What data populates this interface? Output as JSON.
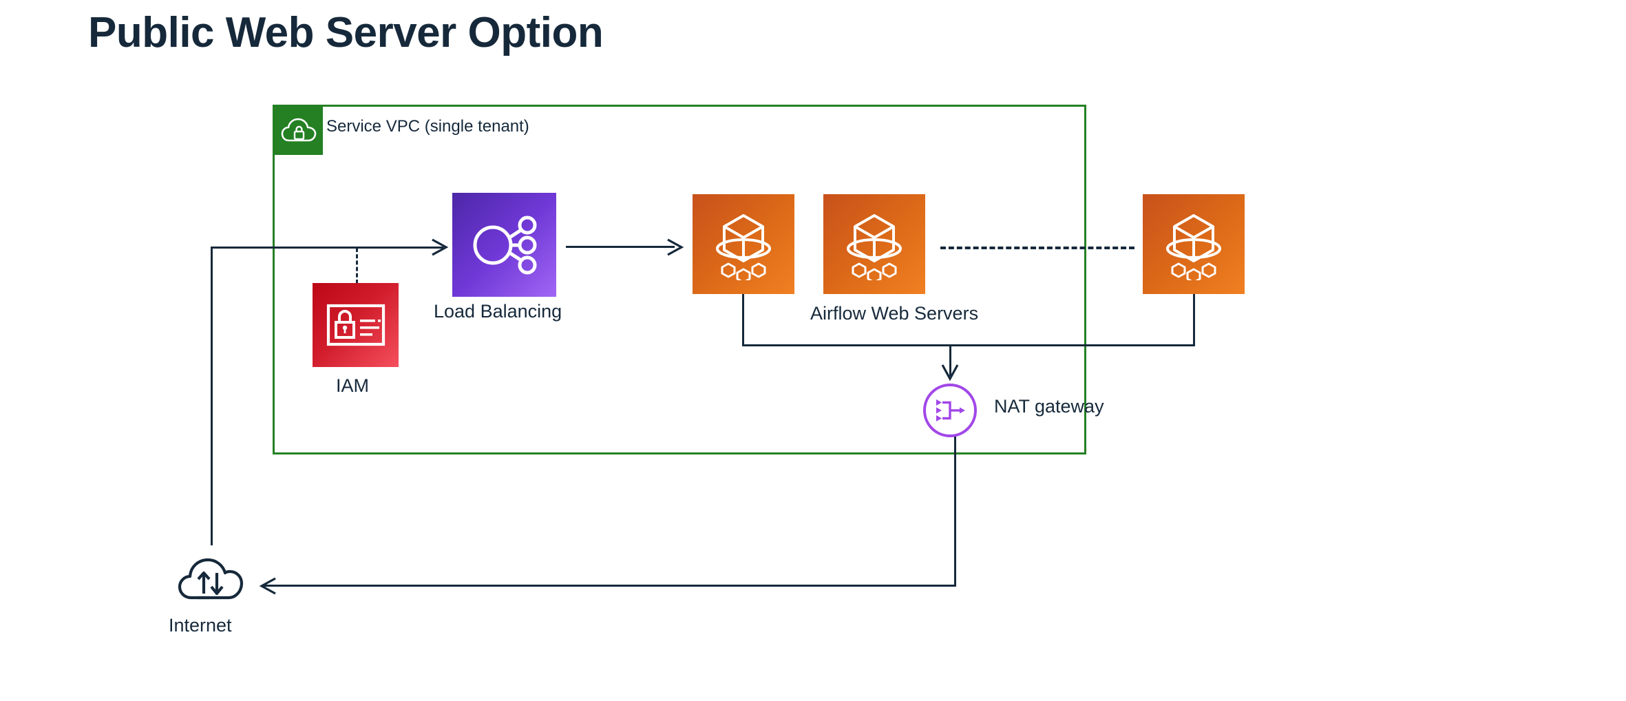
{
  "page": {
    "title": "Public Web Server Option",
    "background_color": "#ffffff",
    "text_color": "#16293b"
  },
  "vpc": {
    "label": "Service VPC (single tenant)",
    "border_color": "#248023",
    "badge_color": "#248023",
    "badge_icon": "vpc-cloud-lock-icon"
  },
  "nodes": {
    "load_balancer": {
      "label": "Load Balancing",
      "icon": "load-balancer-icon",
      "color": "#6f38d6"
    },
    "iam": {
      "label": "IAM",
      "icon": "iam-id-card-lock-icon",
      "color": "#d01c2b"
    },
    "web_servers": {
      "label": "Airflow Web Servers",
      "icon": "airflow-web-server-icon",
      "color": "#dd6b18",
      "count": 3,
      "instances": [
        "web-server-1",
        "web-server-2",
        "web-server-3"
      ]
    },
    "nat_gateway": {
      "label": "NAT gateway",
      "icon": "nat-gateway-icon",
      "color": "#8c4fe0"
    },
    "internet": {
      "label": "Internet",
      "icon": "internet-cloud-icon",
      "color": "#16293b"
    }
  },
  "connections": [
    {
      "name": "internet-to-load-balancer",
      "style": "solid",
      "arrow": "end"
    },
    {
      "name": "iam-to-request-path",
      "style": "dashed",
      "arrow": "none"
    },
    {
      "name": "load-balancer-to-web-server",
      "style": "solid",
      "arrow": "end"
    },
    {
      "name": "web-server-2-to-web-server-3",
      "style": "dashed",
      "arrow": "none"
    },
    {
      "name": "web-servers-to-nat-gateway",
      "style": "solid",
      "arrow": "end"
    },
    {
      "name": "nat-gateway-to-internet",
      "style": "solid",
      "arrow": "end"
    }
  ]
}
